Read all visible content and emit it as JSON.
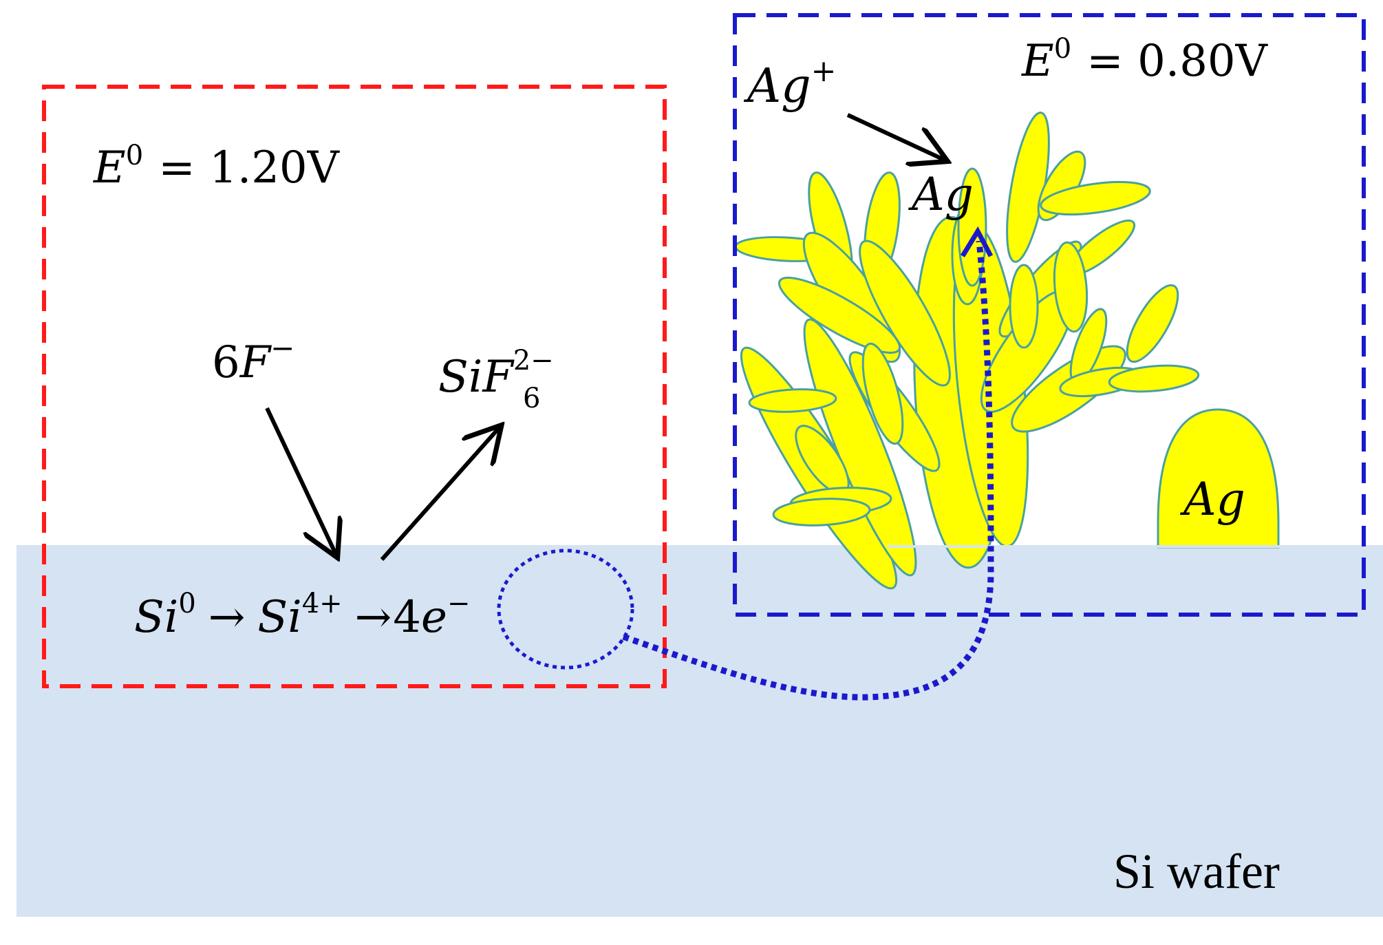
{
  "colors": {
    "wafer": "#d6e3f2",
    "red_box": "#ff1a1a",
    "blue_box": "#1a1acc",
    "silver": "#ffff00",
    "silver_edge": "#4aa0a0",
    "arrow": "#000000",
    "electron_path": "#1a1acc"
  },
  "left_box": {
    "potential": {
      "symbol": "E",
      "sup": "0",
      "value": "= 1.20V"
    },
    "fluoride": {
      "coef": "6",
      "symbol": "F",
      "sup": "−"
    },
    "product": {
      "symbol": "SiF",
      "sub": "6",
      "sup": "2−"
    },
    "reaction": {
      "si0": {
        "symbol": "Si",
        "sup": "0"
      },
      "arrow1": "→",
      "si4": {
        "symbol": "Si",
        "sup": "4+"
      },
      "arrow2": "→",
      "electrons": {
        "coef": "4",
        "symbol": "e",
        "sup": "−"
      }
    }
  },
  "right_box": {
    "potential": {
      "symbol": "E",
      "sup": "0",
      "value": "= 0.80V"
    },
    "ion": {
      "symbol": "Ag",
      "sup": "+"
    },
    "deposit_label": "Ag",
    "particle_label": "Ag"
  },
  "wafer_label": "Si wafer"
}
